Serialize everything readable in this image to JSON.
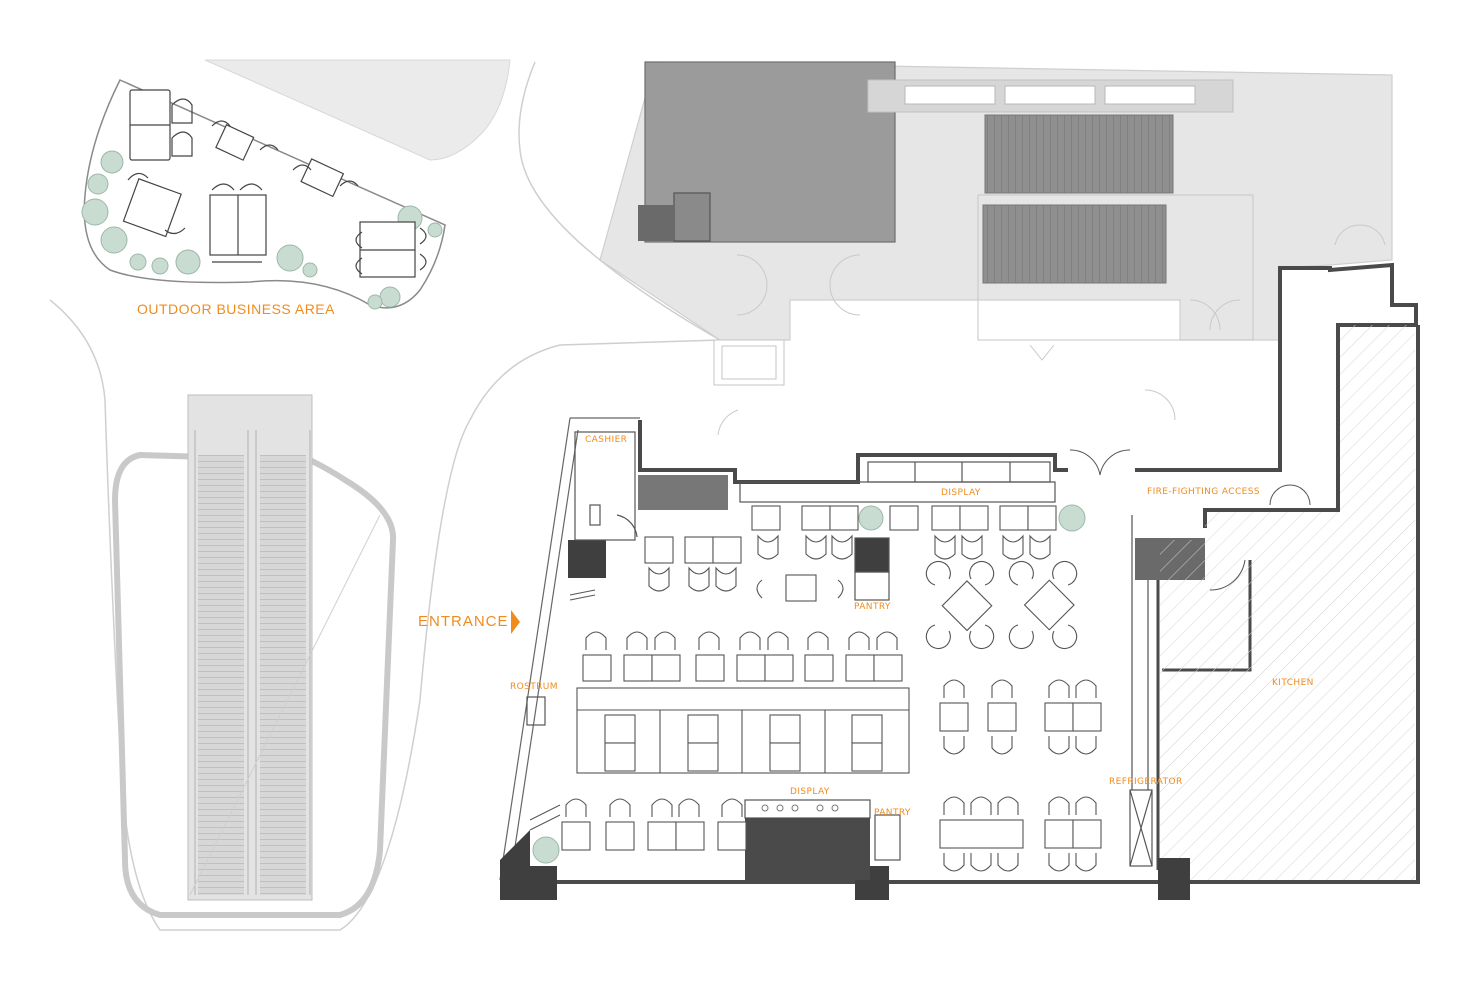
{
  "labels": {
    "outdoor_business_area": "OUTDOOR BUSINESS AREA",
    "entrance": "ENTRANCE",
    "cashier": "CASHIER",
    "display_top": "DISPLAY",
    "fire_fighting_access": "FIRE-FIGHTING ACCESS",
    "pantry_top": "PANTRY",
    "rostrum": "ROSTRUM",
    "kitchen": "KITCHEN",
    "refrigerator": "REFRIGERATOR",
    "display_bottom": "DISPLAY",
    "pantry_bottom": "PANTRY"
  },
  "colors": {
    "accent_label": "#f08c1e",
    "wall_dark": "#4a4a4a",
    "context_fill": "#e4e4e4",
    "context_dark": "#9a9a9a",
    "planter": "#c8dcd2",
    "line": "#555555"
  }
}
